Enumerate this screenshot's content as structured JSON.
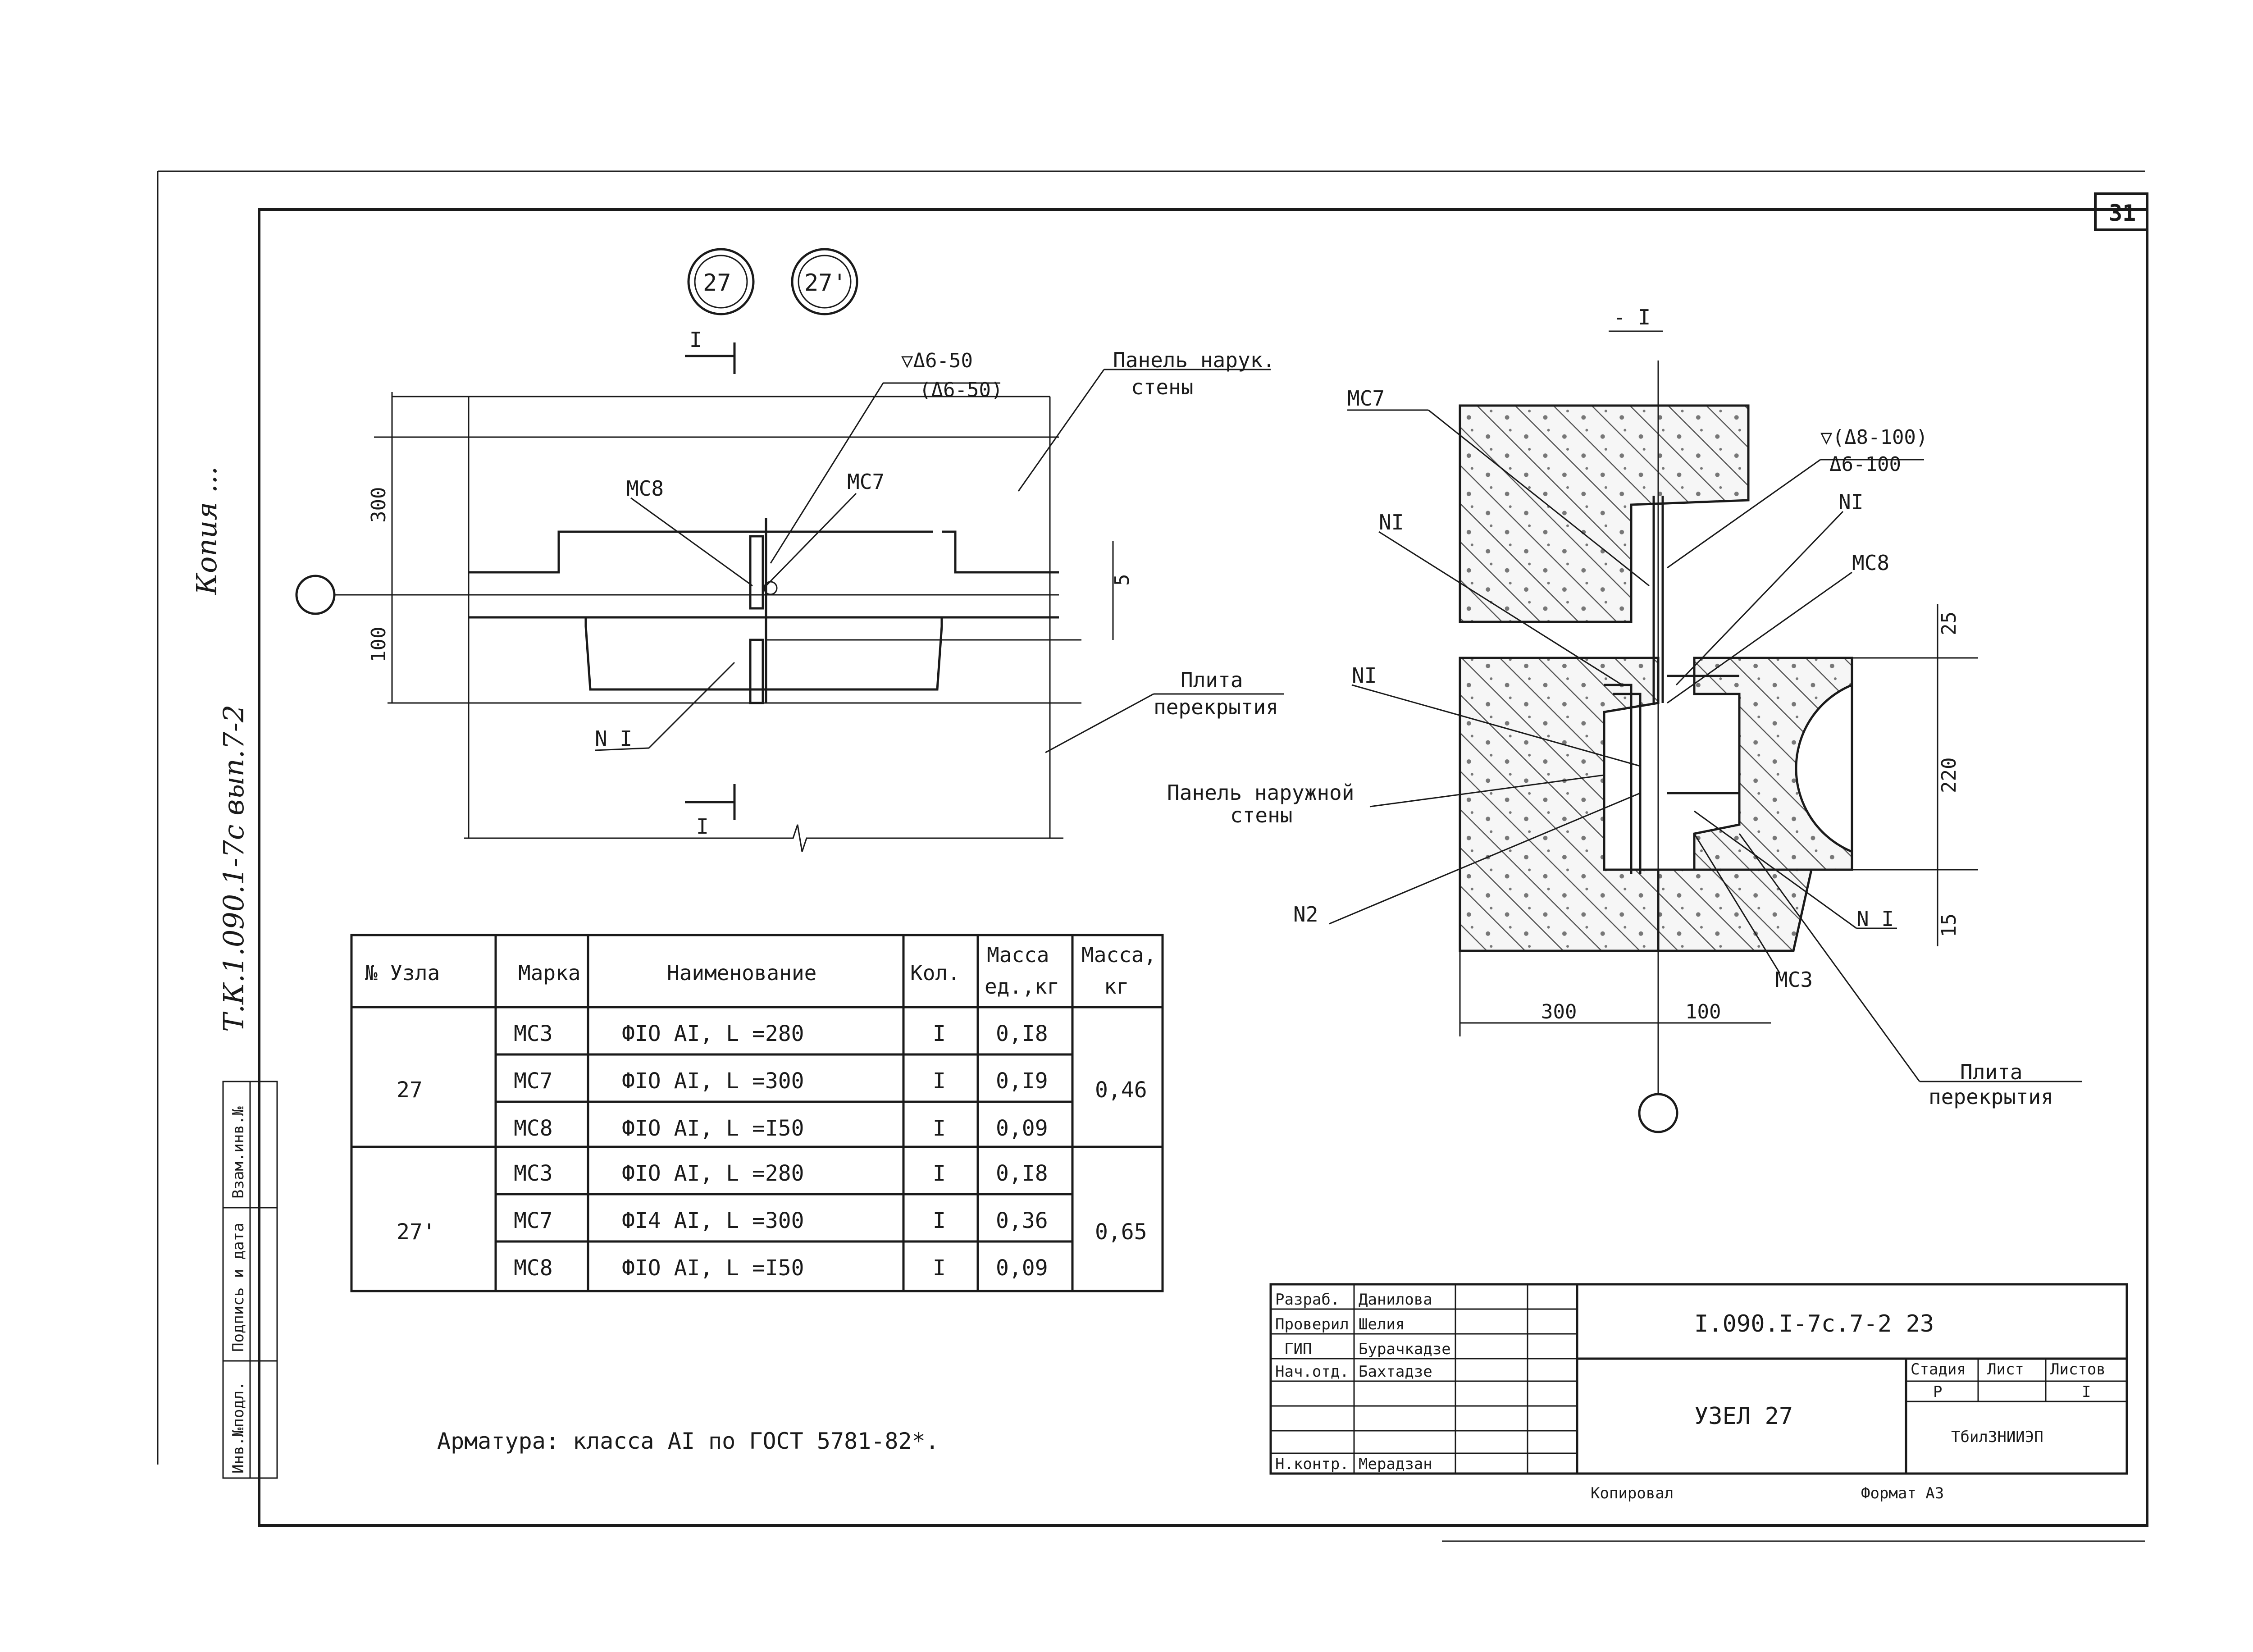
{
  "sheet": {
    "number": "31",
    "side_note_copy": "Копия ...",
    "side_doc_code": "Т.К.1.090.1-7с вып.7-2",
    "side_stamp": [
      "Взам.инв.№",
      "Подпись и дата",
      "Инв.№подл."
    ]
  },
  "drawing": {
    "node_circles": [
      "27",
      "27'"
    ],
    "section_mark_plan": "I",
    "section_mark_right": "- I",
    "plan": {
      "weld_label_1": "▽Δ6-50",
      "weld_label_2": "(Δ6-50)",
      "panel_label_1": "Панель нарук.",
      "panel_label_2": "стены",
      "slab_label_1": "Плита",
      "slab_label_2": "перекрытия",
      "mark_mc8": "МС8",
      "mark_mc7": "МС7",
      "mark_n1": "N I",
      "dim_300": "300",
      "dim_100": "100",
      "dim_5": "5"
    },
    "section": {
      "mark_mc7": "МС7",
      "weld_label_1": "▽(Δ8-100)",
      "weld_label_2": "Δ6-100",
      "mark_n1_left": "NI",
      "mark_n1_right": "NI",
      "mark_mc8": "МС8",
      "mark_n1_mid": "NI",
      "panel_label_1": "Панель наружной",
      "panel_label_2": "стены",
      "mark_n2": "N2",
      "mark_n1_low": "N I",
      "mark_mc3": "МС3",
      "slab_label_1": "Плита",
      "slab_label_2": "перекрытия",
      "dim_25": "25",
      "dim_220": "220",
      "dim_15": "15",
      "dim_300": "300",
      "dim_100": "100"
    }
  },
  "table": {
    "headers": [
      "№ Узла",
      "Марка",
      "Наименование",
      "Кол.",
      "Масса ед.,кг",
      "Масса, кг"
    ],
    "header_mass_unit_1": "Масса",
    "header_mass_unit_2": "ед.,кг",
    "header_mass_total_1": "Масса,",
    "header_mass_total_2": "кг",
    "groups": [
      {
        "node": "27",
        "total": "0,46",
        "rows": [
          {
            "mark": "МС3",
            "name": "ФIO AI,  L =280",
            "qty": "I",
            "mass": "0,I8"
          },
          {
            "mark": "МС7",
            "name": "ФIO AI,  L =300",
            "qty": "I",
            "mass": "0,I9"
          },
          {
            "mark": "МС8",
            "name": "ФIO AI,  L =I50",
            "qty": "I",
            "mass": "0,09"
          }
        ]
      },
      {
        "node": "27'",
        "total": "0,65",
        "rows": [
          {
            "mark": "МС3",
            "name": "ФIO AI,  L =280",
            "qty": "I",
            "mass": "0,I8"
          },
          {
            "mark": "МС7",
            "name": "ФI4 AI,  L =300",
            "qty": "I",
            "mass": "0,36"
          },
          {
            "mark": "МС8",
            "name": "ФIO AI,  L =I50",
            "qty": "I",
            "mass": "0,09"
          }
        ]
      }
    ]
  },
  "note": "Арматура: класса AI по ГОСТ 5781-82*.",
  "title_block": {
    "roles": [
      "Разраб.",
      "Проверил",
      "ГИП",
      "Нач.отд.",
      "",
      "",
      "Н.контр."
    ],
    "names": [
      "Данилова",
      "Шелия",
      "Бурачкадзе",
      "Бахтадзе",
      "",
      "",
      "Мерадзан"
    ],
    "doc_code": "I.090.I-7с.7-2 23",
    "sheet_title": "УЗЕЛ 27",
    "stage_label": "Стадия",
    "sheet_label": "Лист",
    "sheets_label": "Листов",
    "stage_value": "Р",
    "sheet_value": "",
    "sheets_value": "I",
    "org": "ТбилЗНИИЭП",
    "copied": "Копировал",
    "format": "Формат А3"
  }
}
